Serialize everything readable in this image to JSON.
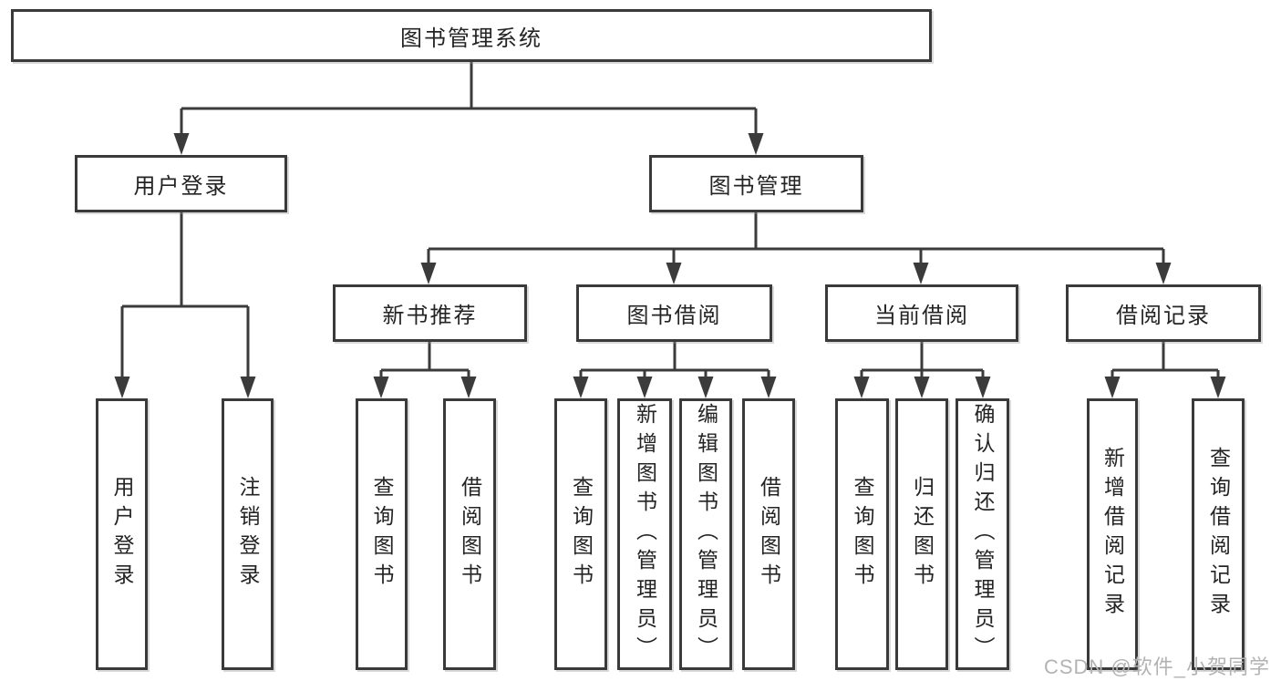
{
  "tree": {
    "root": {
      "label": "图书管理系统"
    },
    "branches": [
      {
        "label": "用户登录",
        "children": [
          {
            "label": "用户登录"
          },
          {
            "label": "注销登录"
          }
        ]
      },
      {
        "label": "图书管理",
        "groups": [
          {
            "label": "新书推荐",
            "children": [
              {
                "label": "查询图书"
              },
              {
                "label": "借阅图书"
              }
            ]
          },
          {
            "label": "图书借阅",
            "children": [
              {
                "label": "查询图书"
              },
              {
                "label": "新增图书（管理员）"
              },
              {
                "label": "编辑图书（管理员）"
              },
              {
                "label": "借阅图书"
              }
            ]
          },
          {
            "label": "当前借阅",
            "children": [
              {
                "label": "查询图书"
              },
              {
                "label": "归还图书"
              },
              {
                "label": "确认归还（管理员）"
              }
            ]
          },
          {
            "label": "借阅记录",
            "children": [
              {
                "label": "新增借阅记录"
              },
              {
                "label": "查询借阅记录"
              }
            ]
          }
        ]
      }
    ]
  },
  "watermark": {
    "text": "CSDN @软件_小贺同学"
  },
  "colors": {
    "line": "#3b3b3b",
    "text": "#242424",
    "watermark": "#b3b3b3",
    "background": "#ffffff"
  }
}
